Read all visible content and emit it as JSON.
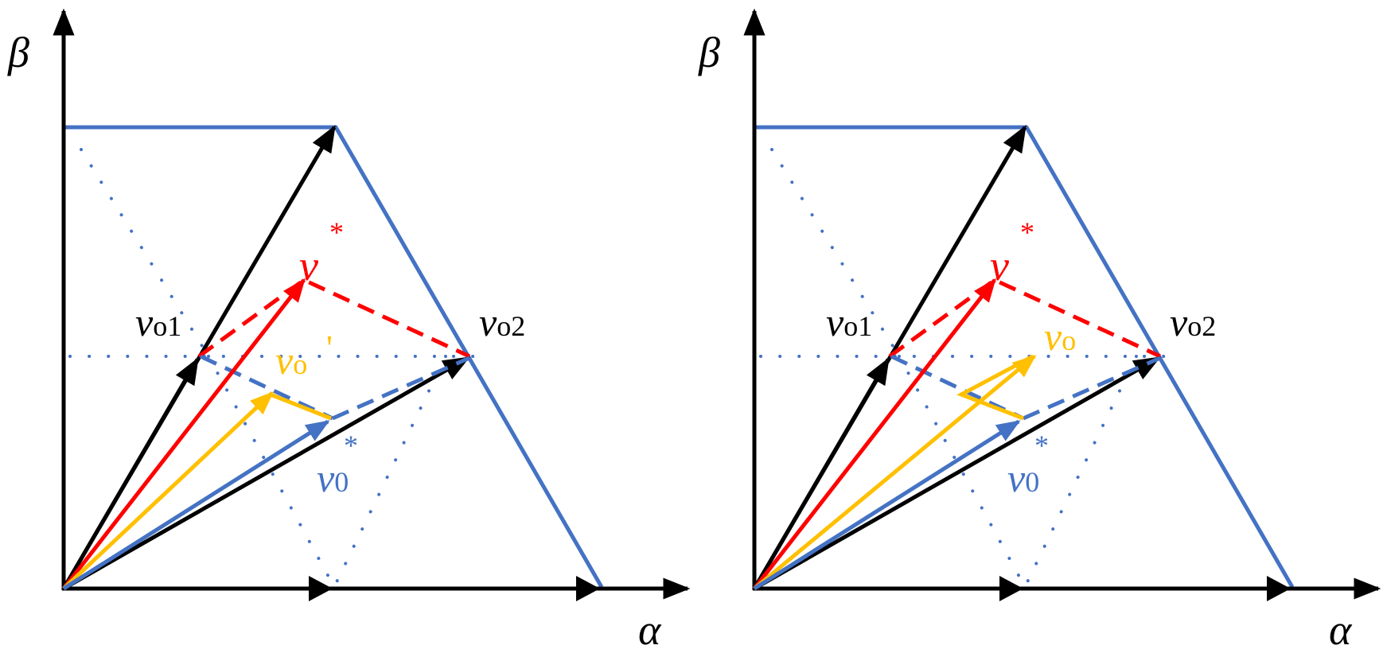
{
  "colors": {
    "axis": "#000000",
    "hexagon": "#4472C4",
    "reference": "#FF0000",
    "output": "#FFC000",
    "zero": "#4472C4"
  },
  "panels": [
    {
      "axis_alpha": "α",
      "axis_beta": "β",
      "v_star_base": "v",
      "v_star_sup": "*",
      "vo1_base": "v",
      "vo1_sub": "o1",
      "vo2_base": "v",
      "vo2_sub": "o2",
      "vo_base": "v",
      "vo_sub": "o",
      "vo_sup": "'",
      "v0_base": "v",
      "v0_sub": "0",
      "v0_sup": "*"
    },
    {
      "axis_alpha": "α",
      "axis_beta": "β",
      "v_star_base": "v",
      "v_star_sup": "*",
      "vo1_base": "v",
      "vo1_sub": "o1",
      "vo2_base": "v",
      "vo2_sub": "o2",
      "vo_base": "v",
      "vo_sub": "o",
      "v0_base": "v",
      "v0_sub": "0",
      "v0_sup": "*"
    }
  ]
}
